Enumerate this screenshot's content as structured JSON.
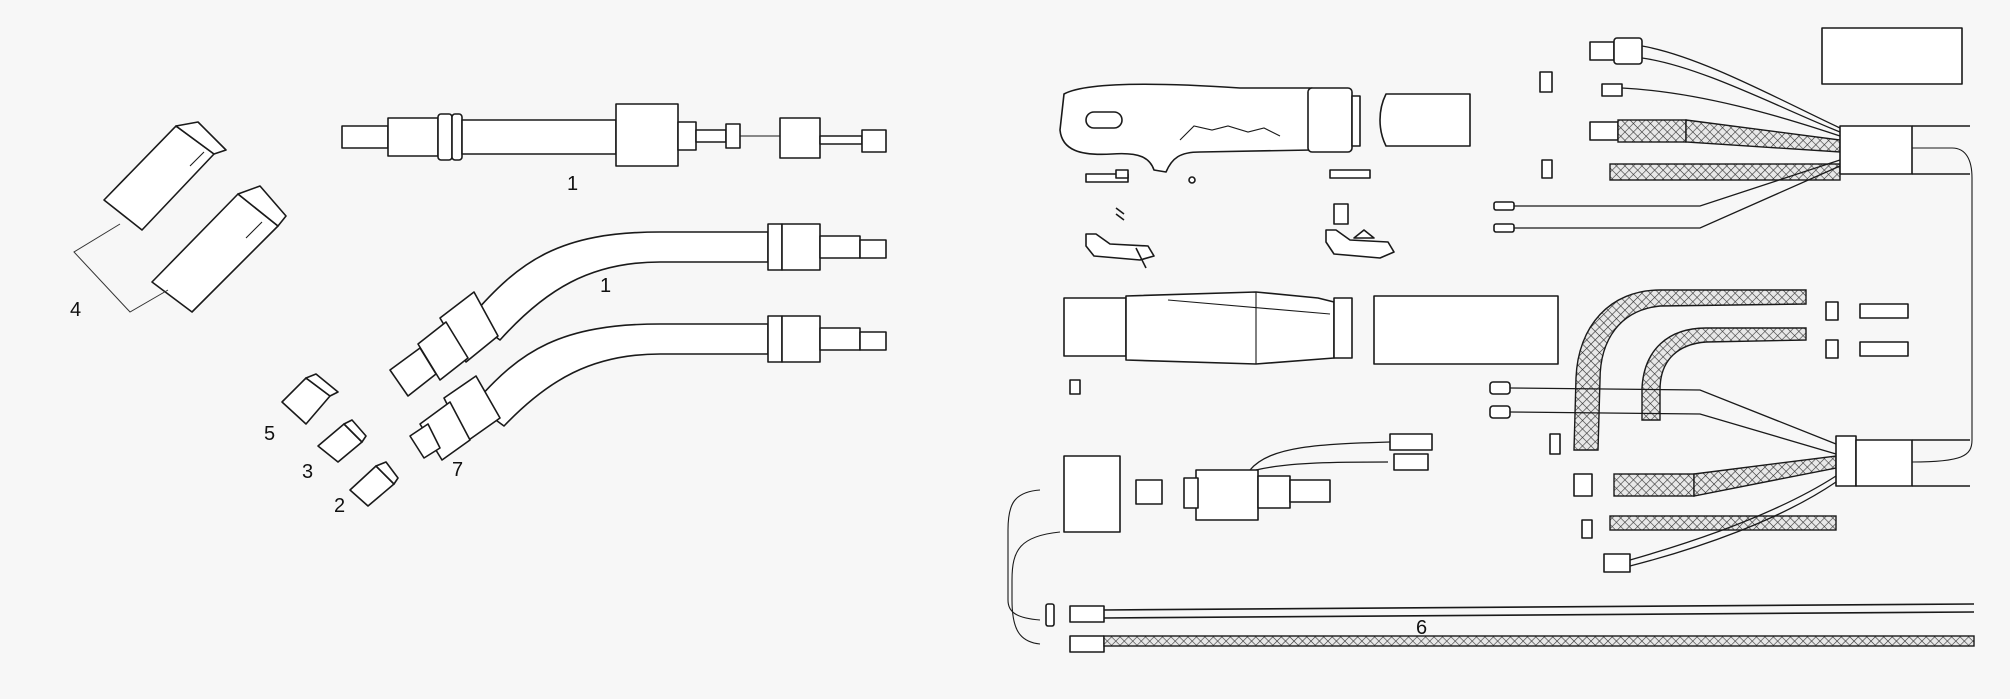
{
  "callouts": {
    "c1_top": "1",
    "c1_mid": "1",
    "c2": "2",
    "c3": "3",
    "c4": "4",
    "c5": "5",
    "c6": "6",
    "c7": "7"
  }
}
